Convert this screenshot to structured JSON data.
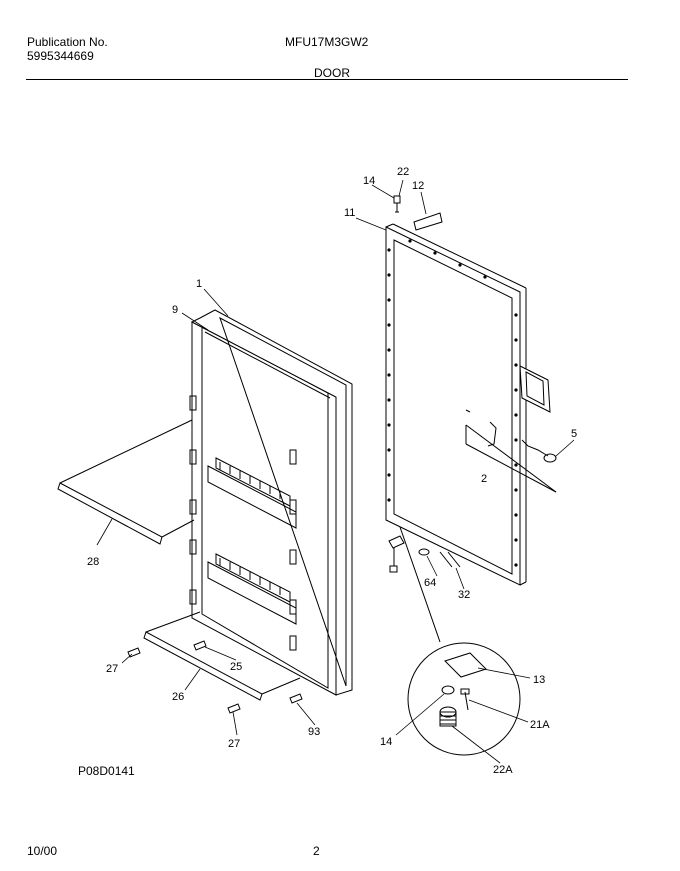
{
  "header": {
    "publication_label": "Publication No.",
    "publication_number": "5995344669",
    "model": "MFU17M3GW2",
    "section": "DOOR"
  },
  "diagram": {
    "drawing_code": "P08D0141",
    "parts": {
      "p1": "1",
      "p2": "2",
      "p5": "5",
      "p9": "9",
      "p11": "11",
      "p12": "12",
      "p13": "13",
      "p14a": "14",
      "p14b": "14",
      "p21a": "21A",
      "p22": "22",
      "p22a": "22A",
      "p25": "25",
      "p26": "26",
      "p27a": "27",
      "p27b": "27",
      "p28": "28",
      "p32": "32",
      "p64": "64",
      "p93": "93"
    }
  },
  "footer": {
    "date": "10/00",
    "page": "2"
  }
}
